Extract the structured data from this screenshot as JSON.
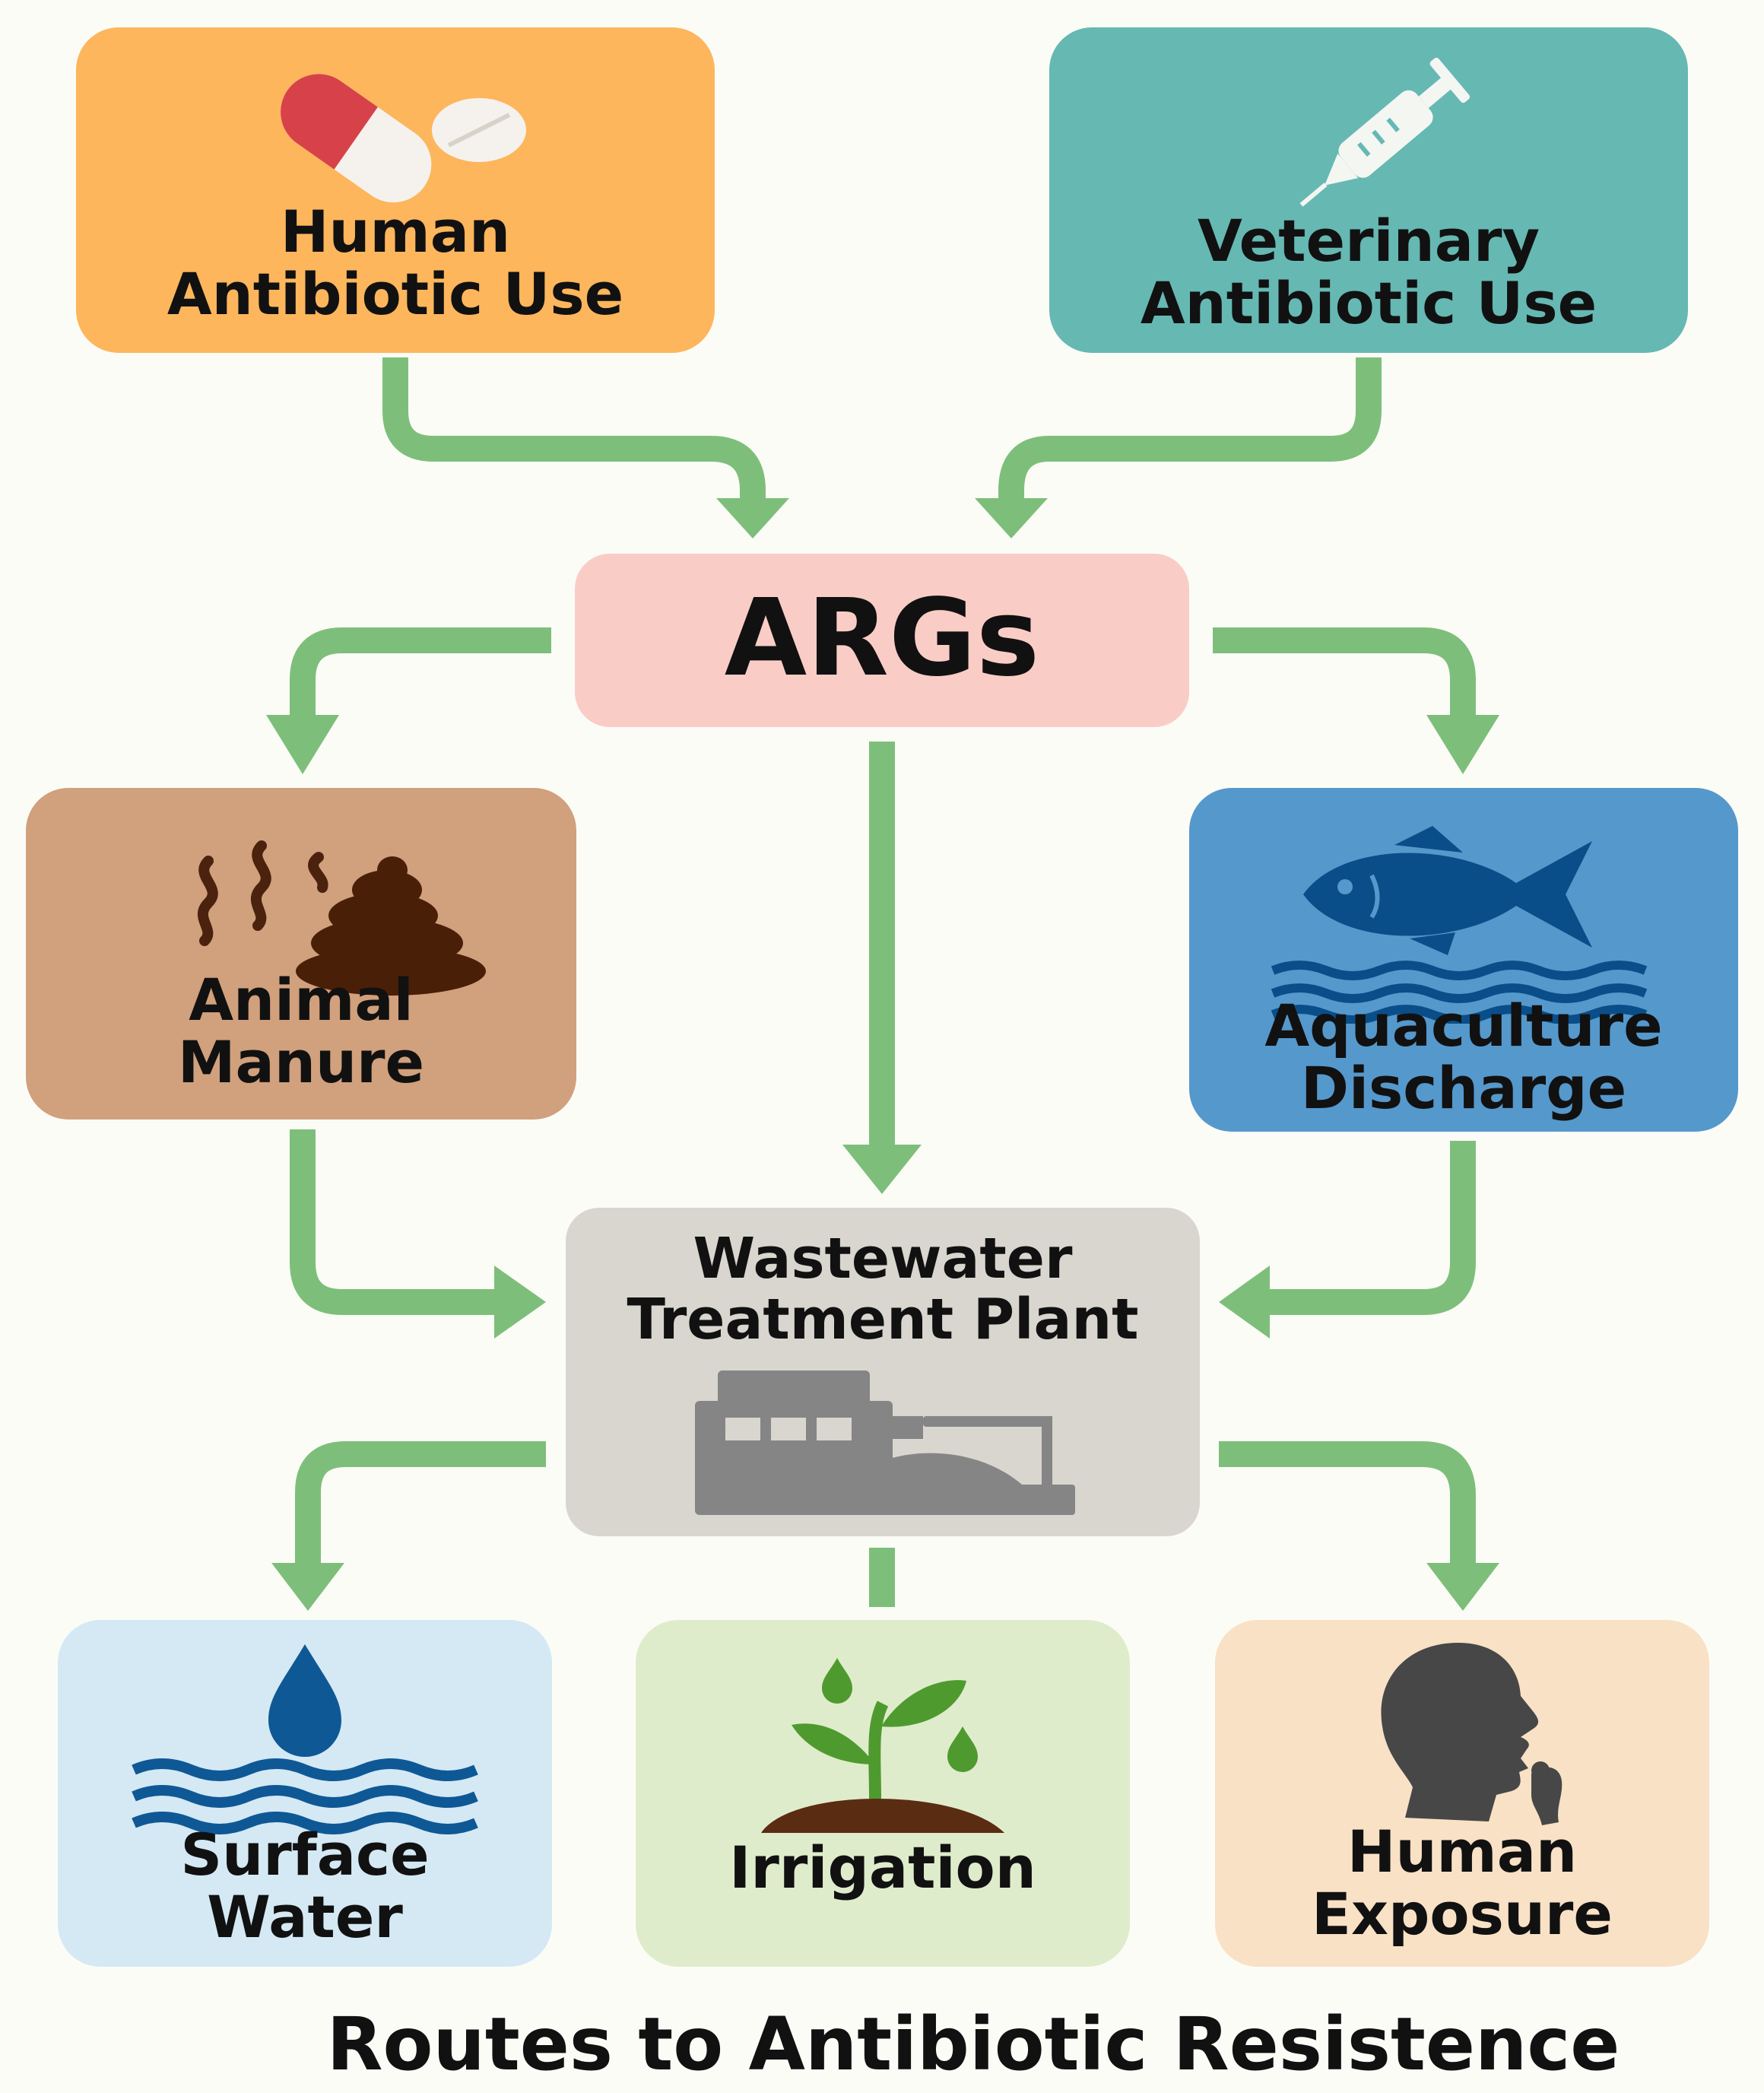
{
  "title": "Routes to Antibiotic Resistence",
  "nodes": {
    "human_antibiotic_use": {
      "line1": "Human",
      "line2": "Antibiotic Use",
      "color": "#fdb65c"
    },
    "veterinary_antibiotic_use": {
      "line1": "Veterinary",
      "line2": "Antibiotic Use",
      "color": "#66b8b3"
    },
    "args": {
      "label": "ARGs",
      "color": "#f9cdc6"
    },
    "animal_manure": {
      "line1": "Animal",
      "line2": "Manure",
      "color": "#d1a07c"
    },
    "aquaculture_discharge": {
      "line1": "Aquaculture",
      "line2": "Discharge",
      "color": "#5598cc"
    },
    "wastewater_treatment_plant": {
      "line1": "Wastewater",
      "line2": "Treatment Plant",
      "color": "#d9d6cf"
    },
    "surface_water": {
      "line1": "Surface",
      "line2": "Water",
      "color": "#d4e9f4"
    },
    "irrigation": {
      "label": "Irrigation",
      "color": "#dfeccb"
    },
    "human_exposure": {
      "line1": "Human",
      "line2": "Exposure",
      "color": "#f9e1c6"
    }
  },
  "edges": [
    {
      "from": "human_antibiotic_use",
      "to": "args"
    },
    {
      "from": "veterinary_antibiotic_use",
      "to": "args"
    },
    {
      "from": "args",
      "to": "animal_manure"
    },
    {
      "from": "args",
      "to": "aquaculture_discharge"
    },
    {
      "from": "args",
      "to": "wastewater_treatment_plant"
    },
    {
      "from": "animal_manure",
      "to": "wastewater_treatment_plant"
    },
    {
      "from": "aquaculture_discharge",
      "to": "wastewater_treatment_plant"
    },
    {
      "from": "wastewater_treatment_plant",
      "to": "surface_water"
    },
    {
      "from": "wastewater_treatment_plant",
      "to": "irrigation"
    },
    {
      "from": "wastewater_treatment_plant",
      "to": "human_exposure"
    }
  ],
  "colors": {
    "arrow": "#7dbf7a",
    "text": "#111111"
  },
  "icons": {
    "human_antibiotic_use": "pill-capsule-icon",
    "veterinary_antibiotic_use": "syringe-icon",
    "animal_manure": "manure-icon",
    "aquaculture_discharge": "fish-waves-icon",
    "wastewater_treatment_plant": "treatment-plant-icon",
    "surface_water": "water-drop-waves-icon",
    "irrigation": "sprout-icon",
    "human_exposure": "human-head-icon"
  }
}
